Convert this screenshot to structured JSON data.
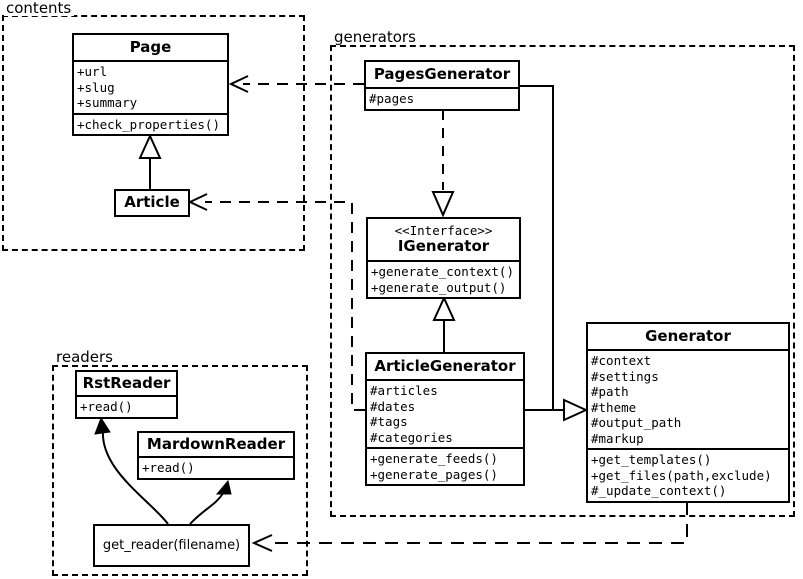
{
  "diagram": {
    "title": "UML class diagram",
    "stroke_color": "#000000",
    "background_color": "#ffffff"
  },
  "packages": [
    {
      "name": "contents",
      "label": "contents"
    },
    {
      "name": "generators",
      "label": "generators"
    },
    {
      "name": "readers",
      "label": "readers"
    }
  ],
  "classes": {
    "page": {
      "name": "Page",
      "attributes": [
        "+url",
        "+slug",
        "+summary"
      ],
      "methods": [
        "+check_properties()"
      ]
    },
    "article": {
      "name": "Article",
      "attributes": [],
      "methods": []
    },
    "pages_generator": {
      "name": "PagesGenerator",
      "attributes": [
        "#pages"
      ],
      "methods": []
    },
    "igenerator": {
      "stereotype": "<<Interface>>",
      "name": "IGenerator",
      "attributes": [],
      "methods": [
        "+generate_context()",
        "+generate_output()"
      ]
    },
    "article_generator": {
      "name": "ArticleGenerator",
      "attributes": [
        "#articles",
        "#dates",
        "#tags",
        "#categories"
      ],
      "methods": [
        "+generate_feeds()",
        "+generate_pages()"
      ]
    },
    "generator": {
      "name": "Generator",
      "attributes": [
        "#context",
        "#settings",
        "#path",
        "#theme",
        "#output_path",
        "#markup"
      ],
      "methods": [
        "+get_templates()",
        "+get_files(path,exclude)",
        "#_update_context()"
      ]
    },
    "rst_reader": {
      "name": "RstReader",
      "attributes": [],
      "methods": [
        "+read()"
      ]
    },
    "mardown_reader": {
      "name": "MardownReader",
      "attributes": [],
      "methods": [
        "+read()"
      ]
    }
  },
  "functions": {
    "get_reader": {
      "label": "get_reader(filename)"
    }
  },
  "relations": [
    {
      "name": "article-inherits-page",
      "type": "generalization",
      "from": "Article",
      "to": "Page"
    },
    {
      "name": "pagesgenerator-realizes-igenerator",
      "type": "realization",
      "from": "PagesGenerator",
      "to": "IGenerator"
    },
    {
      "name": "articlegenerator-realizes-igenerator",
      "type": "generalization",
      "from": "ArticleGenerator",
      "to": "IGenerator"
    },
    {
      "name": "generators-inherit-generator",
      "type": "generalization",
      "from": "PagesGenerator, ArticleGenerator",
      "to": "Generator"
    },
    {
      "name": "pagesgenerator-uses-page",
      "type": "dependency",
      "from": "PagesGenerator",
      "to": "Page"
    },
    {
      "name": "articlegenerator-uses-article",
      "type": "dependency",
      "from": "ArticleGenerator",
      "to": "Article"
    },
    {
      "name": "generator-uses-get-reader",
      "type": "dependency",
      "from": "Generator",
      "to": "get_reader(filename)"
    },
    {
      "name": "get-reader-returns-rstreader",
      "type": "association",
      "from": "get_reader(filename)",
      "to": "RstReader"
    },
    {
      "name": "get-reader-returns-mardownreader",
      "type": "association",
      "from": "get_reader(filename)",
      "to": "MardownReader"
    }
  ]
}
